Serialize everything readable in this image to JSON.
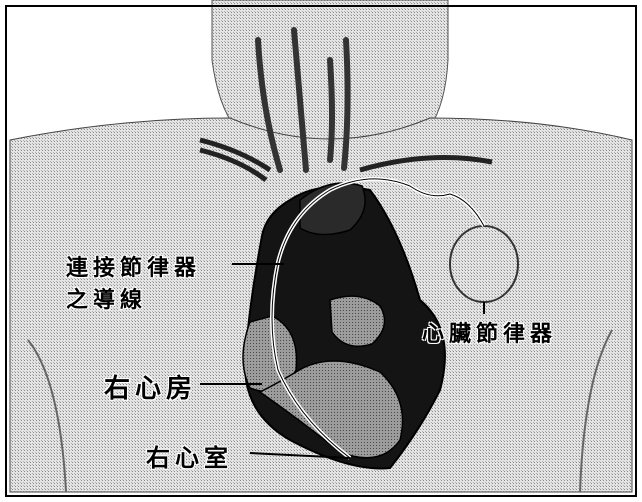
{
  "labels": {
    "lead_line1": "連接節律器",
    "lead_line2": "之導線",
    "pacemaker": "心臟節律器",
    "right_atrium": "右心房",
    "right_ventricle": "右心室"
  },
  "colors": {
    "skin": "#d6d6d6",
    "background": "#ffffff",
    "heart_dark": "#111111",
    "heart_light": "#9a9a9a",
    "outline": "#000000"
  }
}
